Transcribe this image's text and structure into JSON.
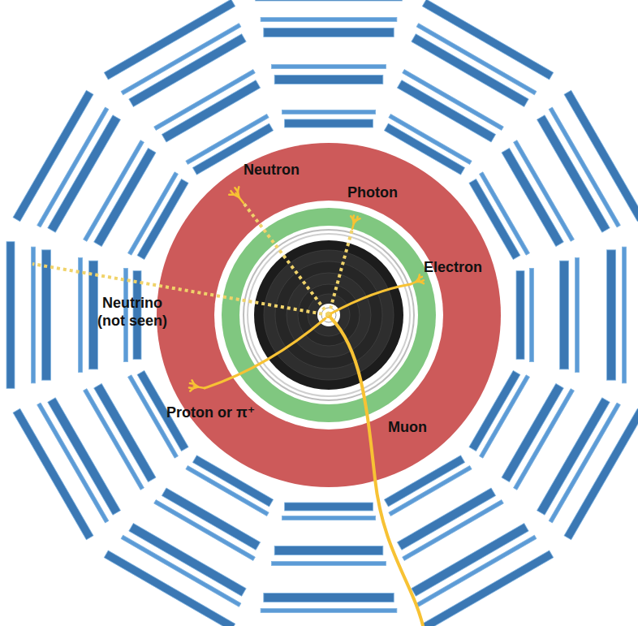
{
  "diagram": {
    "labels": [
      "Neutron",
      "Photon",
      "Electron",
      "Neutrino (not seen)",
      "Proton or π⁺",
      "Muon"
    ]
  }
}
